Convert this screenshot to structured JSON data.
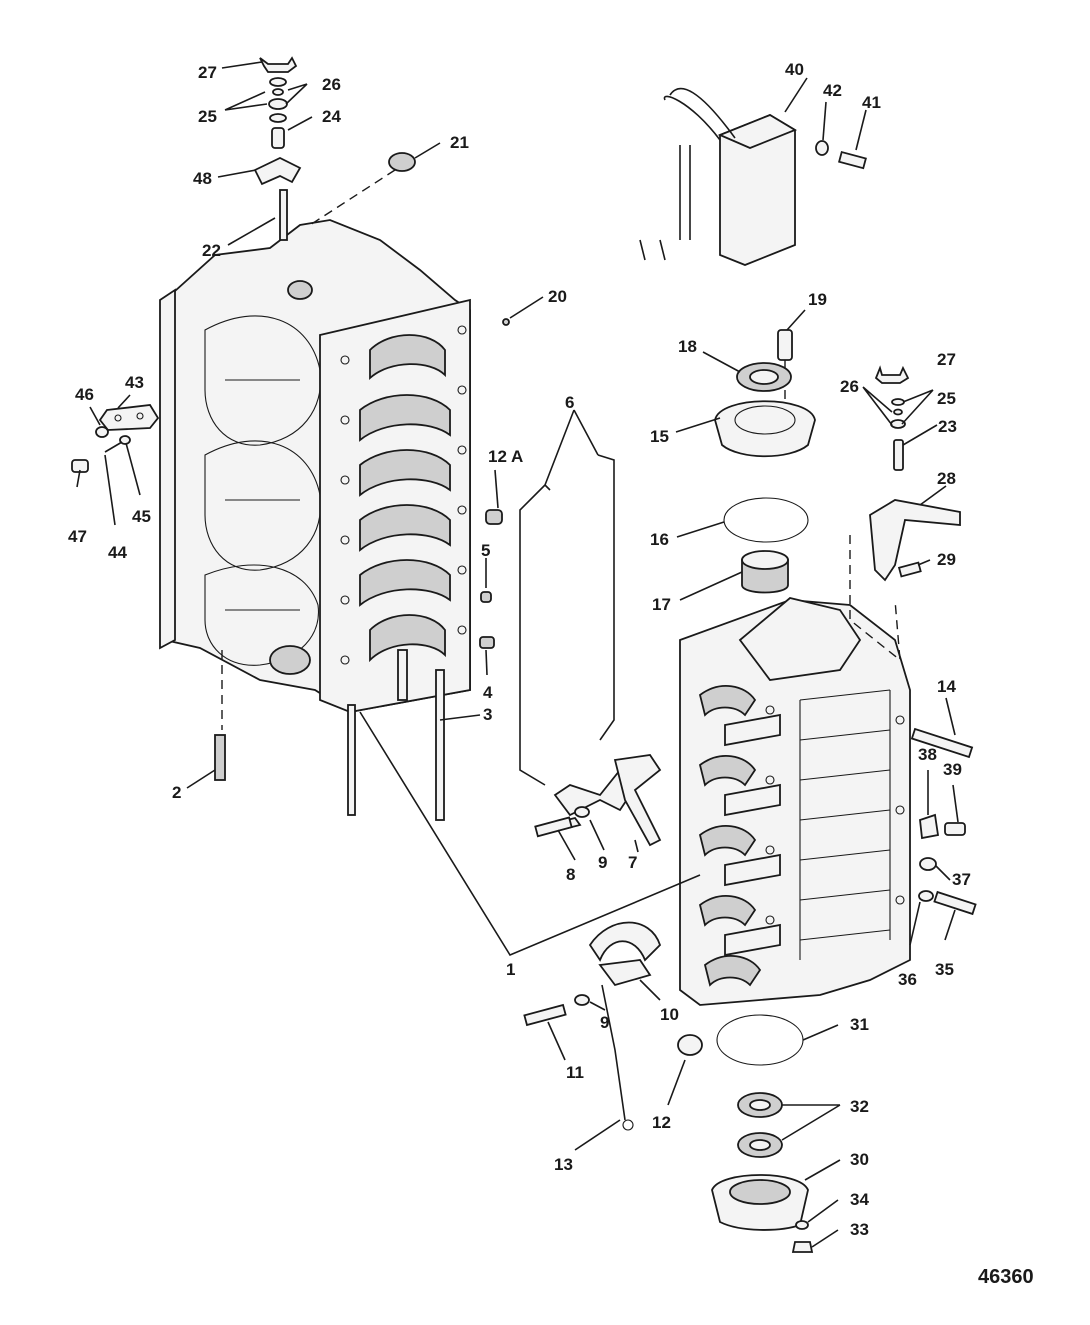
{
  "figure_number": "46360",
  "callouts": {
    "c1": "1",
    "c2": "2",
    "c3": "3",
    "c4": "4",
    "c5": "5",
    "c6": "6",
    "c7": "7",
    "c8": "8",
    "c9a": "9",
    "c9b": "9",
    "c10": "10",
    "c11": "11",
    "c12": "12",
    "c12a": "12 A",
    "c13": "13",
    "c14": "14",
    "c15": "15",
    "c16": "16",
    "c17": "17",
    "c18": "18",
    "c19": "19",
    "c20": "20",
    "c21": "21",
    "c22": "22",
    "c23": "23",
    "c24": "24",
    "c25a": "25",
    "c25b": "25",
    "c26a": "26",
    "c26b": "26",
    "c27a": "27",
    "c27b": "27",
    "c28": "28",
    "c29": "29",
    "c30": "30",
    "c31": "31",
    "c32": "32",
    "c33": "33",
    "c34": "34",
    "c35": "35",
    "c36": "36",
    "c37": "37",
    "c38": "38",
    "c39": "39",
    "c40": "40",
    "c41": "41",
    "c42": "42",
    "c43": "43",
    "c44": "44",
    "c45": "45",
    "c46": "46",
    "c47": "47",
    "c48": "48"
  }
}
